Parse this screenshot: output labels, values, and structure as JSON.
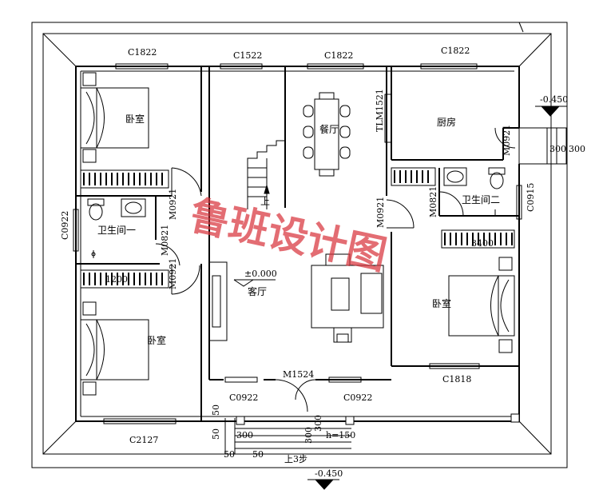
{
  "rooms": {
    "bedroom_tl": "卧室",
    "bedroom_bl": "卧室",
    "bedroom_r": "卧室",
    "dining": "餐厅",
    "kitchen": "厨房",
    "bath1": "卫生间一",
    "bath2": "卫生间二",
    "living": "客厅",
    "stair_up": "上"
  },
  "windows": {
    "c1822_a": "C1822",
    "c1522": "C1522",
    "c1822_b": "C1822",
    "c1822_c": "C1822",
    "c0922_left": "C0922",
    "c0922_front_l": "C0922",
    "c0922_front_r": "C0922",
    "c2127": "C2127",
    "c1818": "C1818",
    "c0915": "C0915",
    "tlm1521": "TLM1521"
  },
  "doors": {
    "m0921_a": "M0921",
    "m0921_b": "M0921",
    "m0821_a": "M0821",
    "m0921_c": "M0921",
    "m0921_d": "M0921",
    "m0821_b": "M0821",
    "m1524": "M1524"
  },
  "levels": {
    "floor": "±0.000",
    "outside_right": "-0.450",
    "outside_bottom": "-0.450"
  },
  "dims": {
    "d300_a": "300",
    "d300_b": "300",
    "d300_c": "300",
    "d300_d": "300",
    "d300_e": "300",
    "d50_a": "50",
    "d50_b": "50",
    "d50_c": "50",
    "d50_d": "50",
    "h150": "h=150",
    "steps": "上3步",
    "d3400": "3400",
    "d1200": "1200"
  },
  "watermark": "鲁班设计图",
  "colors": {
    "line": "#000000",
    "watermark": "#d9363e"
  }
}
